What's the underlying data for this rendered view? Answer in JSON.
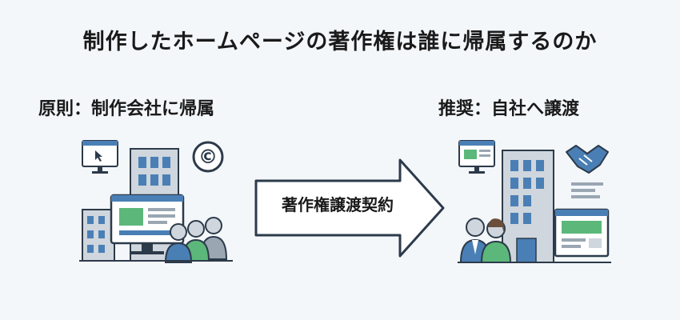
{
  "title": "制作したホームページの著作権は誰に帰属するのか",
  "left_panel": {
    "label": "原則：制作会社に帰属",
    "copyright_symbol": "©"
  },
  "right_panel": {
    "label": "推奨：自社へ譲渡"
  },
  "arrow": {
    "label": "著作権譲渡契約"
  },
  "colors": {
    "outline": "#2c3a4a",
    "blue": "#4a7fb5",
    "green": "#5cb87a",
    "gray": "#9aa6b2",
    "background": "#f3f7fa"
  },
  "icons": [
    "monitor-cursor-icon",
    "office-building-icon",
    "copyright-icon",
    "desktop-computer-icon",
    "people-group-icon",
    "handshake-icon",
    "document-lines-icon",
    "businesspeople-icon",
    "browser-window-icon"
  ]
}
